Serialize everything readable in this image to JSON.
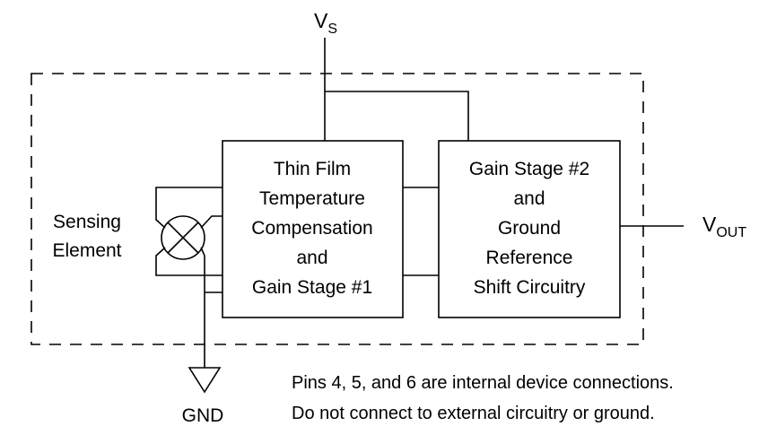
{
  "pins": {
    "supply_main": "V",
    "supply_sub": "S",
    "output_main": "V",
    "output_sub": "OUT",
    "ground": "GND"
  },
  "sensing_element": {
    "line1": "Sensing",
    "line2": "Element"
  },
  "block1": {
    "lines": [
      "Thin Film",
      "Temperature",
      "Compensation",
      "and",
      "Gain Stage #1"
    ]
  },
  "block2": {
    "lines": [
      "Gain Stage #2",
      "and",
      "Ground",
      "Reference",
      "Shift Circuitry"
    ]
  },
  "note": {
    "line1": "Pins 4, 5, and 6 are internal device connections.",
    "line2": "Do not connect to external circuitry or ground."
  }
}
